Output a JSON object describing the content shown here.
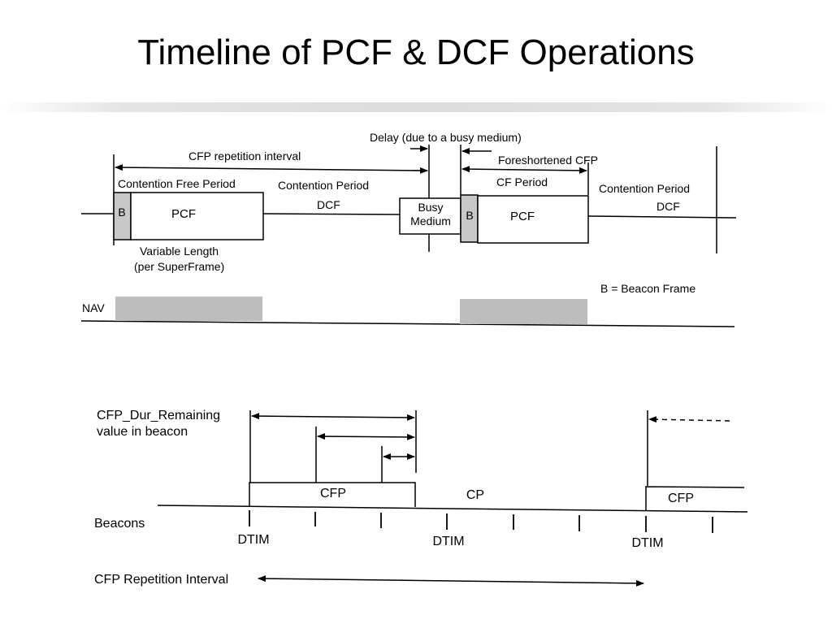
{
  "slide": {
    "title": "Timeline of PCF & DCF Operations"
  },
  "top_timeline": {
    "delay_label": "Delay (due to a busy medium)",
    "cfp_repetition_label": "CFP repetition interval",
    "foreshortened_label": "Foreshortened CFP",
    "contention_free_label": "Contention Free Period",
    "contention_period_label_1": "Contention Period",
    "dcf_label_1": "DCF",
    "cf_period_label": "CF Period",
    "contention_period_label_2": "Contention Period",
    "dcf_label_2": "DCF",
    "beacon_letter_1": "B",
    "pcf_label_1": "PCF",
    "busy_line_1": "Busy",
    "busy_line_2": "Medium",
    "beacon_letter_2": "B",
    "pcf_label_2": "PCF",
    "variable_length_line_1": "Variable Length",
    "variable_length_line_2": "(per SuperFrame)",
    "legend": "B = Beacon Frame",
    "nav_label": "NAV"
  },
  "bottom_timeline": {
    "remaining_line_1": "CFP_Dur_Remaining",
    "remaining_line_2": "value in beacon",
    "cfp_label_1": "CFP",
    "cp_label": "CP",
    "cfp_label_2": "CFP",
    "beacons_label": "Beacons",
    "dtim_1": "DTIM",
    "dtim_2": "DTIM",
    "dtim_3": "DTIM",
    "repetition_label": "CFP Repetition Interval"
  },
  "colors": {
    "ink": "#000000",
    "beacon_fill": "#c8c8c8",
    "nav_fill": "#bdbdbd"
  }
}
